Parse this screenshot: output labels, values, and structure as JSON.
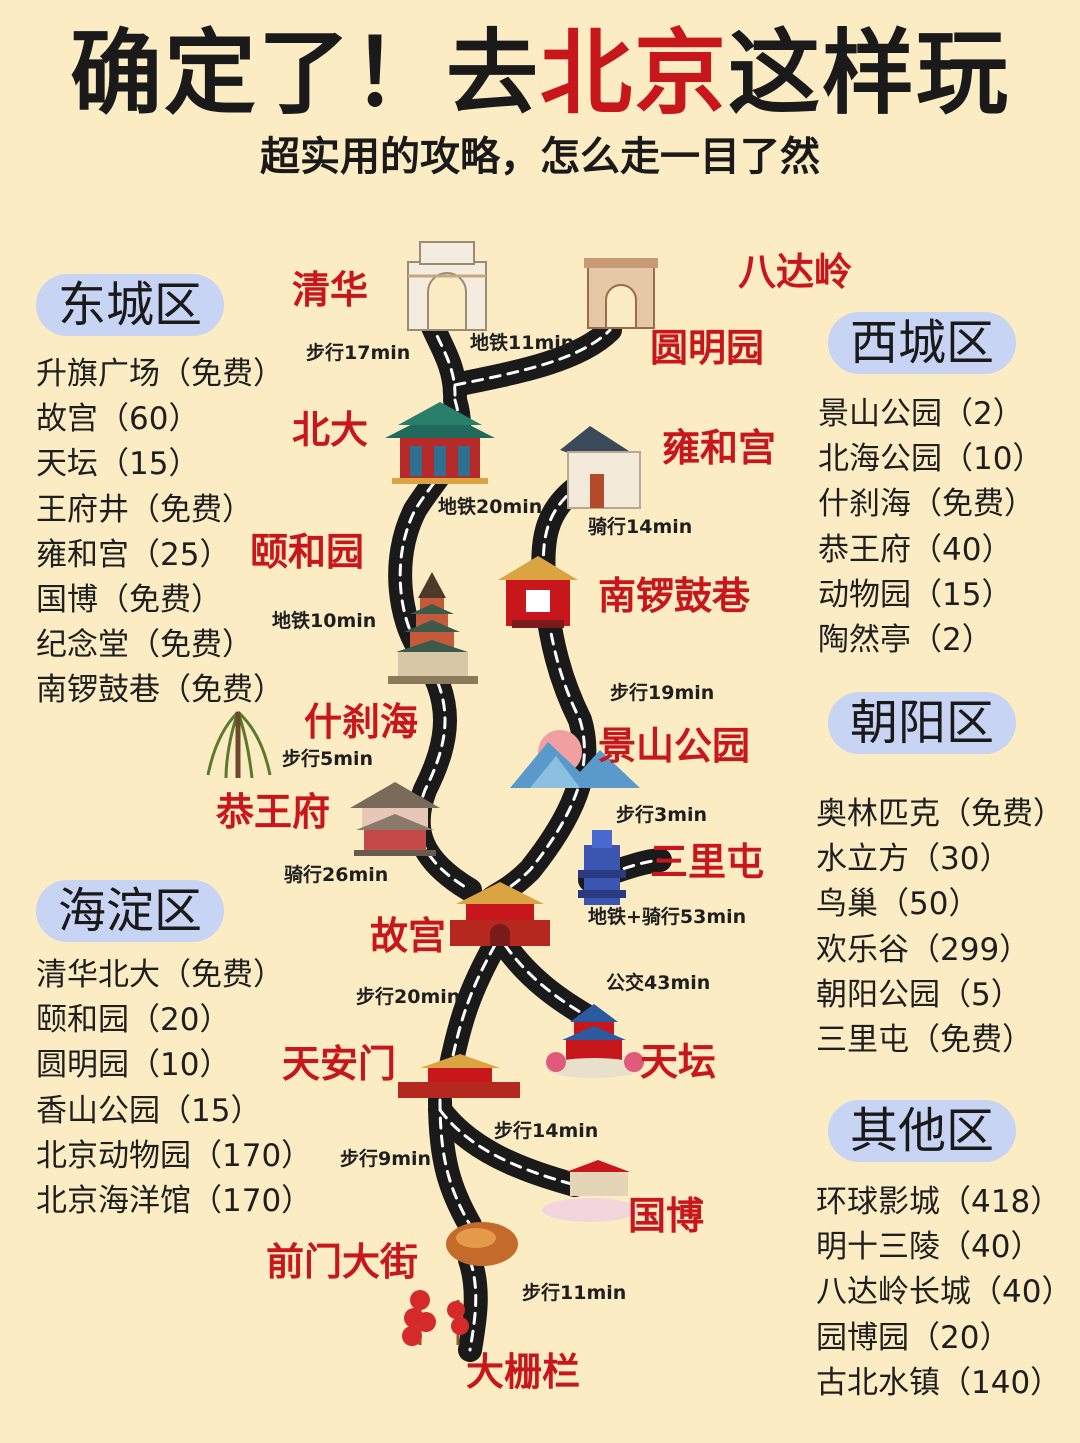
{
  "header": {
    "title_part1": "确定了！去",
    "title_highlight": "北京",
    "title_part2": "这样玩",
    "subtitle": "超实用的攻略，怎么走一目了然"
  },
  "districts": {
    "dongcheng": {
      "name": "东城区",
      "items": [
        "升旗广场（免费）",
        "故宫（60）",
        "天坛（15）",
        "王府井（免费）",
        "雍和宫（25）",
        "国博（免费）",
        "纪念堂（免费）",
        "南锣鼓巷（免费）"
      ]
    },
    "haidian": {
      "name": "海淀区",
      "items": [
        "清华北大（免费）",
        "颐和园（20）",
        "圆明园（10）",
        "香山公园（15）",
        "北京动物园（170）",
        "北京海洋馆（170）"
      ]
    },
    "xicheng": {
      "name": "西城区",
      "items": [
        "景山公园（2）",
        "北海公园（10）",
        "什刹海（免费）",
        "恭王府（40）",
        "动物园（15）",
        "陶然亭（2）"
      ]
    },
    "chaoyang": {
      "name": "朝阳区",
      "items": [
        "奥林匹克（免费）",
        "水立方（30）",
        "鸟巢（50）",
        "欢乐谷（299）",
        "朝阳公园（5）",
        "三里屯（免费）"
      ]
    },
    "others": {
      "name": "其他区",
      "items": [
        "环球影城（418）",
        "明十三陵（40）",
        "八达岭长城（40）",
        "园博园（20）",
        "古北水镇（140）"
      ]
    }
  },
  "places": {
    "qinghua": "清华",
    "badaling": "八达岭",
    "yuanmingyuan": "圆明园",
    "beida": "北大",
    "yonghegong": "雍和宫",
    "yiheyuan": "颐和园",
    "nanluoguxiang": "南锣鼓巷",
    "shichahai": "什刹海",
    "jingshan": "景山公园",
    "gongwangfu": "恭王府",
    "sanlitun": "三里屯",
    "gugong": "故宫",
    "tiananmen": "天安门",
    "tiantan": "天坛",
    "guobo": "国博",
    "qianmen": "前门大街",
    "dashilan": "大栅栏"
  },
  "routes": {
    "qinghua_beida": "步行17min",
    "yuanmingyuan_qinghua": "地铁11min",
    "beida_yiheyuan": "地铁20min",
    "yonghegong_nanluo": "骑行14min",
    "yiheyuan_shichahai": "地铁10min",
    "nanluo_jingshan": "步行19min",
    "shichahai_gongwangfu": "步行5min",
    "jingshan_sanlitun": "步行3min",
    "gongwangfu_gugong": "骑行26min",
    "sanlitun_gugong": "地铁+骑行53min",
    "gugong_tiananmen": "步行20min",
    "gugong_tiantan": "公交43min",
    "tiananmen_guobo": "步行14min",
    "tiananmen_qianmen": "步行9min",
    "qianmen_dashilan": "步行11min"
  },
  "icons": [
    "arch-icon",
    "paris-arch-icon",
    "pagoda-pavilion-icon",
    "tower-pagoda-icon",
    "willow-tree-icon",
    "round-pavilion-icon",
    "gate-icon",
    "house-icon",
    "mountain-sun-icon",
    "blue-tower-icon",
    "temple-of-heaven-icon",
    "palace-gate-icon",
    "museum-icon",
    "roast-duck-icon",
    "candied-haws-icon"
  ],
  "colors": {
    "accent": "#c8161d",
    "background": "#fbecc4",
    "pill": "#c8d4f4",
    "road": "#1a1a1a"
  }
}
